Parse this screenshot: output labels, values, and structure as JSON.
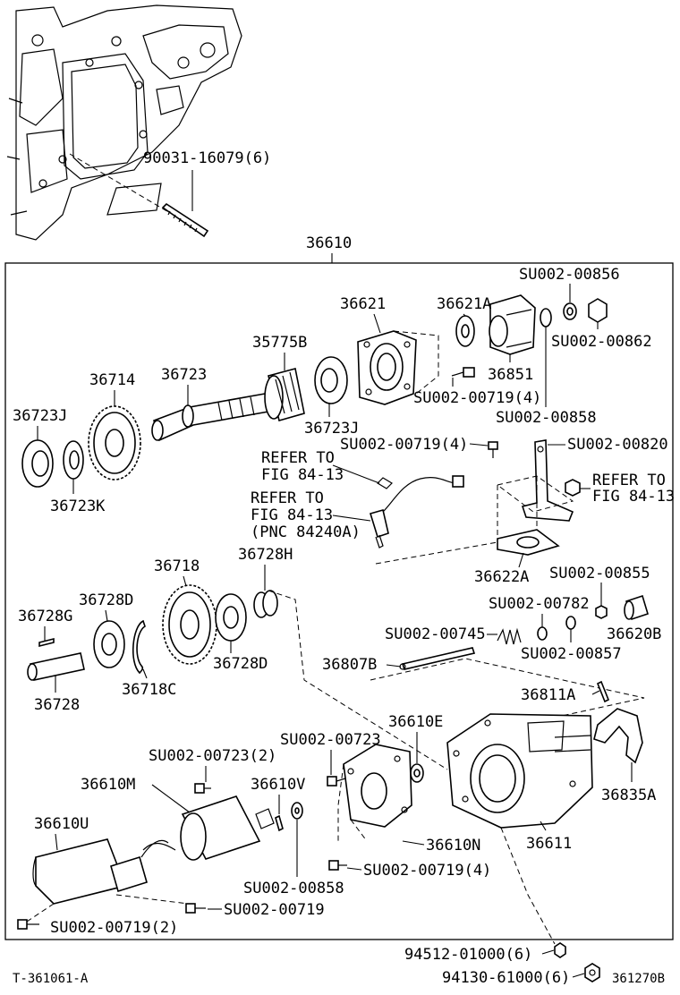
{
  "labels": {
    "bolt_90031": "90031-16079(6)",
    "assy_36610": "36610",
    "su_00856": "SU002-00856",
    "p_36621": "36621",
    "p_36621A": "36621A",
    "su_00862": "SU002-00862",
    "p_35775B": "35775B",
    "p_36851": "36851",
    "p_36714": "36714",
    "p_36723": "36723",
    "su_00719_4_a": "SU002-00719(4)",
    "su_00858_a": "SU002-00858",
    "p_36723J_a": "36723J",
    "p_36723J_b": "36723J",
    "su_00719_4_b": "SU002-00719(4)",
    "su_00820": "SU002-00820",
    "refer_to_a": "REFER TO",
    "fig_8413_a": "FIG 84-13",
    "refer_to_c": "REFER TO",
    "fig_8413_c": "FIG 84-13",
    "p_36723K": "36723K",
    "refer_to_b": "REFER TO",
    "fig_8413_b": "FIG 84-13",
    "pnc_84240A": "(PNC 84240A)",
    "p_36622A": "36622A",
    "p_36718": "36718",
    "p_36728H": "36728H",
    "su_00855": "SU002-00855",
    "p_36728D_a": "36728D",
    "p_36728G": "36728G",
    "su_00782": "SU002-00782",
    "su_00745": "SU002-00745",
    "p_36620B": "36620B",
    "su_00857": "SU002-00857",
    "p_36728D_b": "36728D",
    "p_36807B": "36807B",
    "p_36728": "36728",
    "p_36718C": "36718C",
    "p_36811A": "36811A",
    "p_36610E": "36610E",
    "su_00723": "SU002-00723",
    "su_00723_2": "SU002-00723(2)",
    "p_36610M": "36610M",
    "p_36610V": "36610V",
    "p_36835A": "36835A",
    "p_36610U": "36610U",
    "p_36610N": "36610N",
    "p_36611": "36611",
    "su_00719_4_c": "SU002-00719(4)",
    "su_00858_b": "SU002-00858",
    "su_00719": "SU002-00719",
    "su_00719_2": "SU002-00719(2)",
    "bolt_94512": "94512-01000(6)",
    "nut_94130": "94130-61000(6)",
    "doc_id": "T-361061-A",
    "fig_code": "361270B"
  }
}
